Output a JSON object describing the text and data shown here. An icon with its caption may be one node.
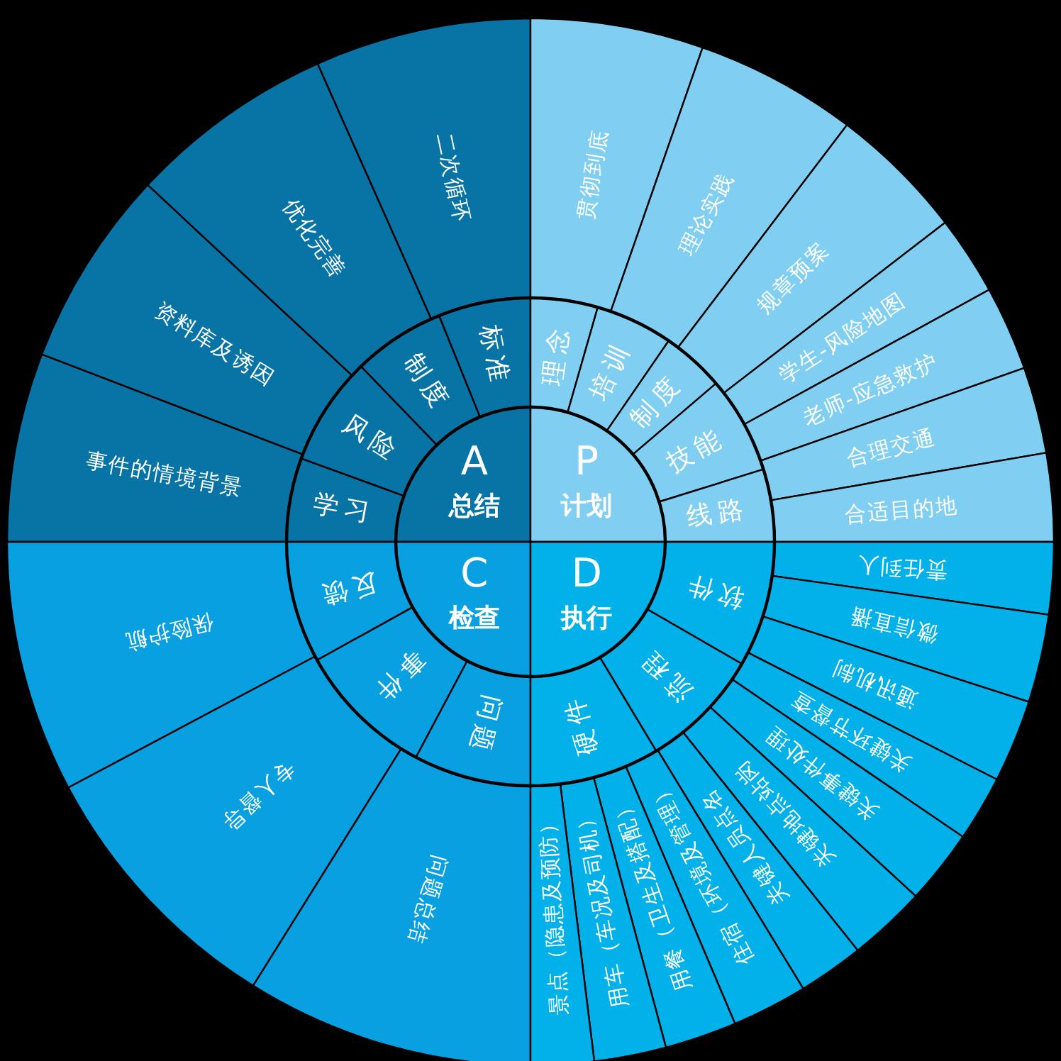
{
  "diagram": {
    "nodes": [
      {
        "text": [
          "A",
          "总结"
        ]
      },
      {
        "text": [
          "学习"
        ]
      },
      {
        "text": [
          "风险"
        ]
      },
      {
        "text": [
          "制度"
        ]
      },
      {
        "text": [
          "标准"
        ]
      },
      {
        "text": [
          "事件的情境背景"
        ]
      },
      {
        "text": [
          "资料库及诱因"
        ]
      },
      {
        "text": [
          "优化完善"
        ]
      },
      {
        "text": [
          "二次循环"
        ]
      },
      {
        "text": [
          "P",
          "计划"
        ]
      },
      {
        "text": [
          "理念"
        ]
      },
      {
        "text": [
          "培训"
        ]
      },
      {
        "text": [
          "制度"
        ]
      },
      {
        "text": [
          "技能"
        ]
      },
      {
        "text": [
          "线路"
        ]
      },
      {
        "text": [
          "贯彻到底"
        ]
      },
      {
        "text": [
          "理论实践"
        ]
      },
      {
        "text": [
          "规章预案"
        ]
      },
      {
        "text": [
          "学生-风险地图"
        ]
      },
      {
        "text": [
          "老师-应急救护"
        ]
      },
      {
        "text": [
          "合理交通"
        ]
      },
      {
        "text": [
          "合适目的地"
        ]
      },
      {
        "text": [
          "C",
          "检查"
        ]
      },
      {
        "text": [
          "反馈"
        ]
      },
      {
        "text": [
          "事件"
        ]
      },
      {
        "text": [
          "问题"
        ]
      },
      {
        "text": [
          "保险护航"
        ]
      },
      {
        "text": [
          "专人督导"
        ]
      },
      {
        "text": [
          "问题总结"
        ]
      },
      {
        "text": [
          "D",
          "执行"
        ]
      },
      {
        "text": [
          "软件"
        ]
      },
      {
        "text": [
          "流程"
        ]
      },
      {
        "text": [
          "硬件"
        ]
      },
      {
        "text": [
          "责任到人"
        ]
      },
      {
        "text": [
          "微信直播"
        ]
      },
      {
        "text": [
          "通讯机制"
        ]
      },
      {
        "text": [
          "关键环节督查"
        ]
      },
      {
        "text": [
          "关键事件处理"
        ]
      },
      {
        "text": [
          "关键地点站岗"
        ]
      },
      {
        "text": [
          "关键人员点名"
        ]
      },
      {
        "text": [
          "住宿（环境及管理）"
        ]
      },
      {
        "text": [
          "用餐（卫生及搭配）"
        ]
      },
      {
        "text": [
          "用车（车况及司机）"
        ]
      },
      {
        "text": [
          "景点（隐患及预防）"
        ]
      }
    ]
  }
}
